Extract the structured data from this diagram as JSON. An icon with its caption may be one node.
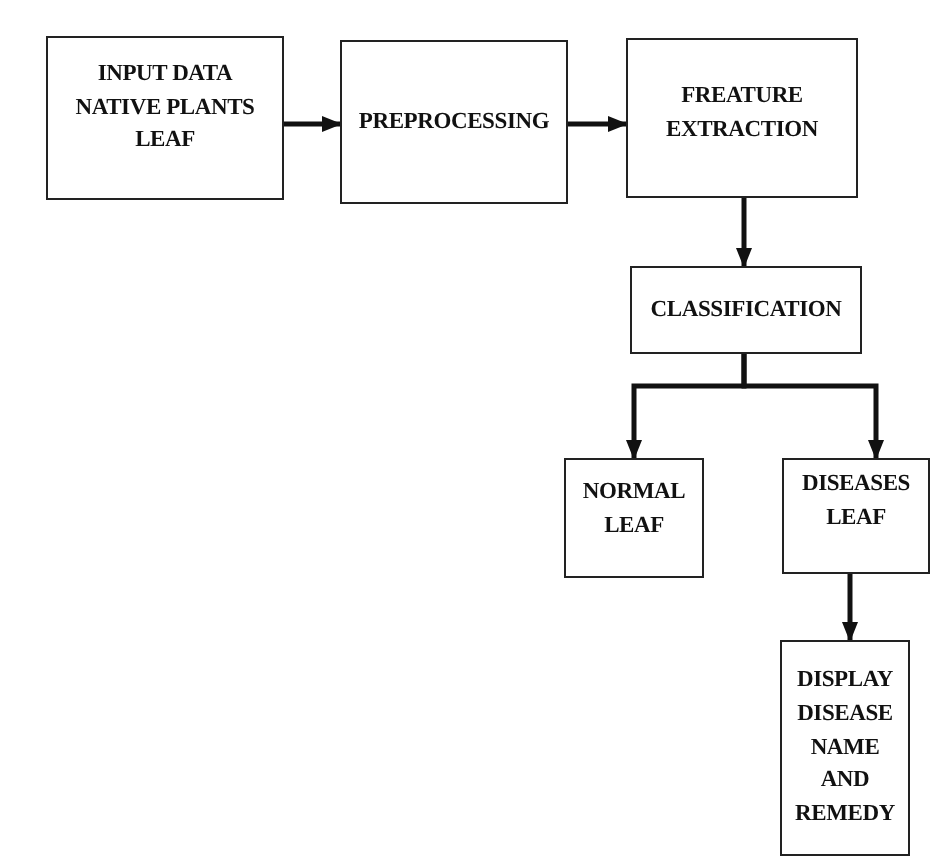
{
  "diagram": {
    "nodes": [
      {
        "text": [
          "INPUT DATA NATIVE PLANTS LEAF"
        ]
      },
      {
        "text": [
          "PREPROCESSING"
        ]
      },
      {
        "text": [
          "FREATURE EXTRACTION"
        ]
      },
      {
        "text": [
          "CLASSIFICATION"
        ]
      },
      {
        "text": [
          "NORMAL LEAF"
        ]
      },
      {
        "text": [
          "DISEASES LEAF"
        ]
      },
      {
        "text": [
          "DISPLAY DISEASE NAME AND REMEDY"
        ]
      }
    ],
    "edges": [
      {
        "from": 0,
        "to": 1,
        "arrow": "to"
      },
      {
        "from": 1,
        "to": 2,
        "arrow": "to"
      },
      {
        "from": 2,
        "to": 3,
        "arrow": "to"
      },
      {
        "from": 3,
        "to": 4,
        "arrow": "to"
      },
      {
        "from": 3,
        "to": 5,
        "arrow": "to"
      },
      {
        "from": 5,
        "to": 6,
        "arrow": "to"
      }
    ]
  }
}
